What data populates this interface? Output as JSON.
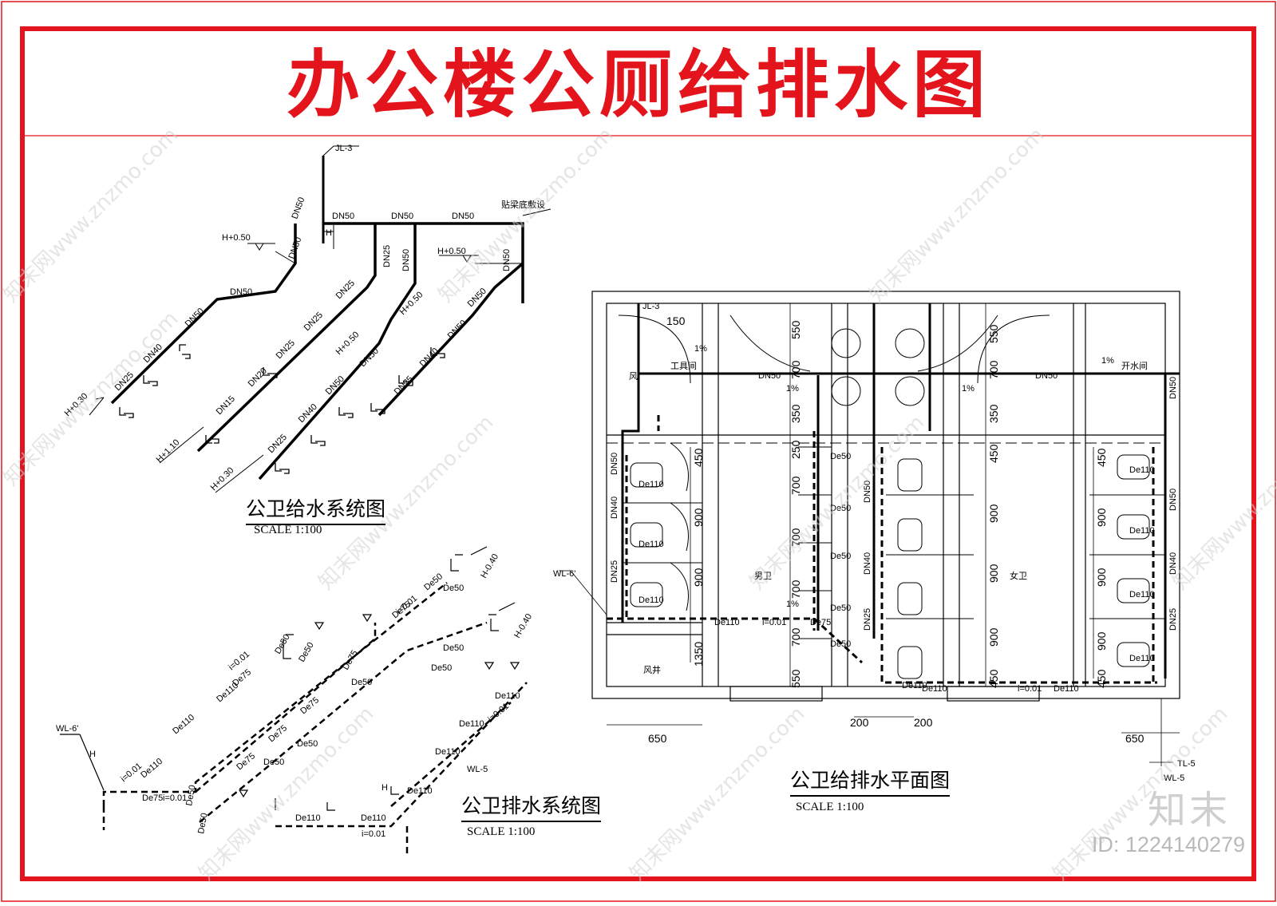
{
  "title": "办公楼公厕给排水图",
  "supply_caption": {
    "title": "公卫给水系统图",
    "scale": "SCALE 1:100"
  },
  "drain_caption": {
    "title": "公卫排水系统图",
    "scale": "SCALE 1:100"
  },
  "plan_caption": {
    "title": "公卫给排水平面图",
    "scale": "SCALE 1:100"
  },
  "watermark": {
    "brand": "知末",
    "id": "ID: 1224140279",
    "url": "知末网www.znzmo.com"
  },
  "supply_labels": {
    "riser": "JL-3",
    "note": "贴梁底敷设",
    "h050": "H+0.50",
    "h030": "H+0.30",
    "h110": "H+1.10",
    "dn50": "DN50",
    "dn40": "DN40",
    "dn25": "DN25",
    "dn20": "DN20",
    "dn15": "DN15",
    "h": "H"
  },
  "drain_labels": {
    "wl6": "WL-6'",
    "wl5": "WL-5",
    "tl5": "TL-5",
    "hm040": "H-0.40",
    "de110": "De110",
    "de75": "De75",
    "de50": "De50",
    "slope": "i=0.01",
    "h": "H"
  },
  "plan_labels": {
    "riser": "JL-3",
    "wl6": "WL-6'",
    "wl5": "WL-5",
    "tl5": "TL-5",
    "men": "男卫",
    "women": "女卫",
    "tool": "工具间",
    "water": "开水间",
    "shaft": "风井",
    "wind": "风",
    "d150": "150",
    "d550": "550",
    "d700": "700",
    "d350": "350",
    "d250": "250",
    "d450": "450",
    "d900": "900",
    "d1350": "1350",
    "d200": "200",
    "d650": "650",
    "slope_pct": "1%"
  }
}
